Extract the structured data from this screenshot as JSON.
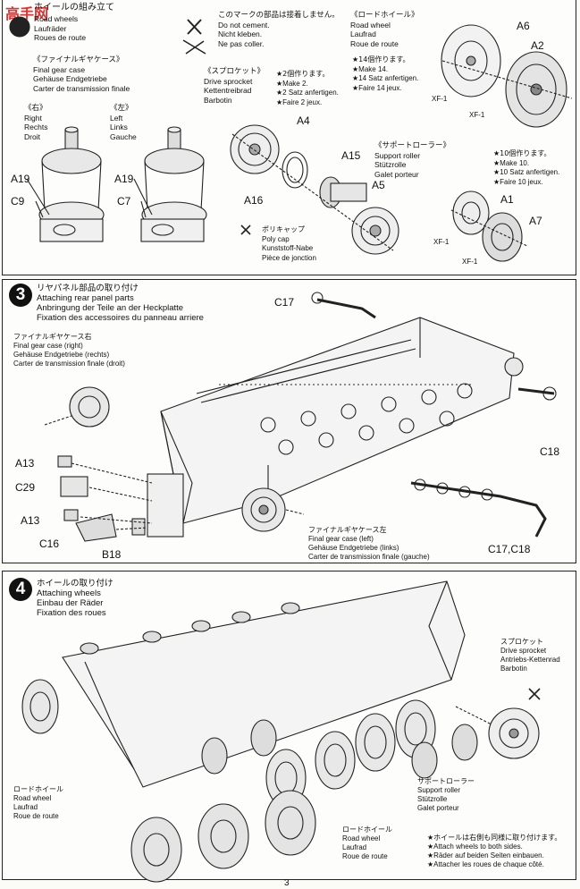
{
  "step2": {
    "heading_jp": "ホイールの組み立て",
    "heading": [
      "Road wheels",
      "Laufräder",
      "Roues de route"
    ],
    "final_gear": [
      "《ファイナルギヤケース》",
      "Final gear case",
      "Gehäuse Endgetriebe",
      "Carter de transmission finale"
    ],
    "right": [
      "《右》",
      "Right",
      "Rechts",
      "Droit"
    ],
    "left": [
      "《左》",
      "Left",
      "Links",
      "Gauche"
    ],
    "no_cement": [
      "このマークの部品は接着しません。",
      "Do not cement.",
      "Nicht kleben.",
      "Ne pas coller."
    ],
    "sprocket": [
      "《スプロケット》",
      "Drive sprocket",
      "Kettentreibrad",
      "Barbotin"
    ],
    "sprocket_qty": [
      "★2個作ります。",
      "★Make 2.",
      "★2 Satz anfertigen.",
      "★Faire 2 jeux."
    ],
    "road_wheel": [
      "《ロードホイール》",
      "Road wheel",
      "Laufrad",
      "Roue de route"
    ],
    "road_wheel_qty": [
      "★14個作ります。",
      "★Make 14.",
      "★14 Satz anfertigen.",
      "★Faire 14 jeux."
    ],
    "support_roller": [
      "《サポートローラー》",
      "Support roller",
      "Stützrolle",
      "Galet porteur"
    ],
    "support_roller_qty": [
      "★10個作ります。",
      "★Make 10.",
      "★10 Satz anfertigen.",
      "★Faire 10 jeux."
    ],
    "poly_cap": [
      "ポリキャップ",
      "Poly cap",
      "Kunststoff-Nabe",
      "Pièce de jonction"
    ],
    "parts": {
      "a19r": "A19",
      "c9": "C9",
      "a19l": "A19",
      "c7": "C7",
      "a4": "A4",
      "a16": "A16",
      "a15": "A15",
      "a5": "A5",
      "a6": "A6",
      "a2": "A2",
      "xf1a": "XF-1",
      "xf1b": "XF-1",
      "a1": "A1",
      "a7": "A7",
      "xf1c": "XF-1",
      "xf1d": "XF-1"
    }
  },
  "step3": {
    "number": "3",
    "heading": [
      "リヤパネル部品の取り付け",
      "Attaching rear panel parts",
      "Anbringung der Teile an der Heckplatte",
      "Fixation des accessoires du panneau arriere"
    ],
    "final_gear_right": [
      "ファイナルギヤケース右",
      "Final gear case (right)",
      "Gehäuse Endgetriebe (rechts)",
      "Carter de transmission finale (droit)"
    ],
    "final_gear_left": [
      "ファイナルギヤケース左",
      "Final gear case (left)",
      "Gehäuse Endgetriebe (links)",
      "Carter de transmission finale (gauche)"
    ],
    "parts": {
      "c17": "C17",
      "c18": "C18",
      "a13a": "A13",
      "c29": "C29",
      "a13b": "A13",
      "c16": "C16",
      "b18": "B18",
      "c17c18": "C17,C18"
    }
  },
  "step4": {
    "number": "4",
    "heading": [
      "ホイールの取り付け",
      "Attaching wheels",
      "Einbau der Räder",
      "Fixation des roues"
    ],
    "sprocket": [
      "スプロケット",
      "Drive sprocket",
      "Antriebs-Kettenrad",
      "Barbotin"
    ],
    "road_wheel_left": [
      "ロードホイール",
      "Road wheel",
      "Laufrad",
      "Roue de route"
    ],
    "road_wheel_mid": [
      "ロードホイール",
      "Road wheel",
      "Laufrad",
      "Roue de route"
    ],
    "support_roller": [
      "サポートローラー",
      "Support roller",
      "Stützrolle",
      "Galet porteur"
    ],
    "note": [
      "★ホイールは右側も同様に取り付けます。",
      "★Attach wheels to both sides.",
      "★Räder auf beiden Seiten einbauen.",
      "★Attacher les roues de chaque côté."
    ]
  },
  "page_number": "3",
  "watermark": "高手网"
}
